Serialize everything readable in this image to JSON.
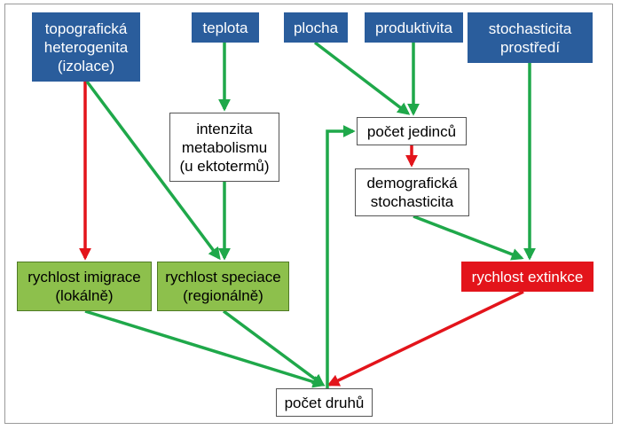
{
  "nodes": {
    "topo": {
      "lines": [
        "topografická",
        "heterogenita",
        "(izolace)"
      ]
    },
    "teplota": {
      "lines": [
        "teplota"
      ]
    },
    "plocha": {
      "lines": [
        "plocha"
      ]
    },
    "prod": {
      "lines": [
        "produktivita"
      ]
    },
    "stoch": {
      "lines": [
        "stochasticita",
        "prostředí"
      ]
    },
    "intenz": {
      "lines": [
        "intenzita",
        "metabolismu",
        "(u ektotermů)"
      ]
    },
    "pocetj": {
      "lines": [
        "počet jedinců"
      ]
    },
    "demo": {
      "lines": [
        "demografická",
        "stochasticita"
      ]
    },
    "imig": {
      "lines": [
        "rychlost imigrace",
        "(lokálně)"
      ]
    },
    "spec": {
      "lines": [
        "rychlost speciace",
        "(regionálně)"
      ]
    },
    "ext": {
      "lines": [
        "rychlost extinkce"
      ]
    },
    "druhu": {
      "lines": [
        "počet druhů"
      ]
    }
  },
  "colors": {
    "blue_box": "#2a5d9c",
    "green_box": "#8dc04c",
    "red_box": "#e3141b",
    "positive_arrow": "#1fa84a",
    "negative_arrow": "#e3141b"
  },
  "edges": [
    {
      "from": "topo",
      "to": "imig",
      "effect": "negative"
    },
    {
      "from": "topo",
      "to": "spec",
      "effect": "positive"
    },
    {
      "from": "teplota",
      "to": "intenz",
      "effect": "positive"
    },
    {
      "from": "intenz",
      "to": "spec",
      "effect": "positive"
    },
    {
      "from": "plocha",
      "to": "pocetj",
      "effect": "positive"
    },
    {
      "from": "prod",
      "to": "pocetj",
      "effect": "positive"
    },
    {
      "from": "pocetj",
      "to": "demo",
      "effect": "negative"
    },
    {
      "from": "demo",
      "to": "ext",
      "effect": "positive"
    },
    {
      "from": "stoch",
      "to": "ext",
      "effect": "positive"
    },
    {
      "from": "imig",
      "to": "druhu",
      "effect": "positive"
    },
    {
      "from": "spec",
      "to": "druhu",
      "effect": "positive"
    },
    {
      "from": "ext",
      "to": "druhu",
      "effect": "negative"
    },
    {
      "from": "druhu",
      "to": "pocetj",
      "effect": "positive"
    }
  ]
}
